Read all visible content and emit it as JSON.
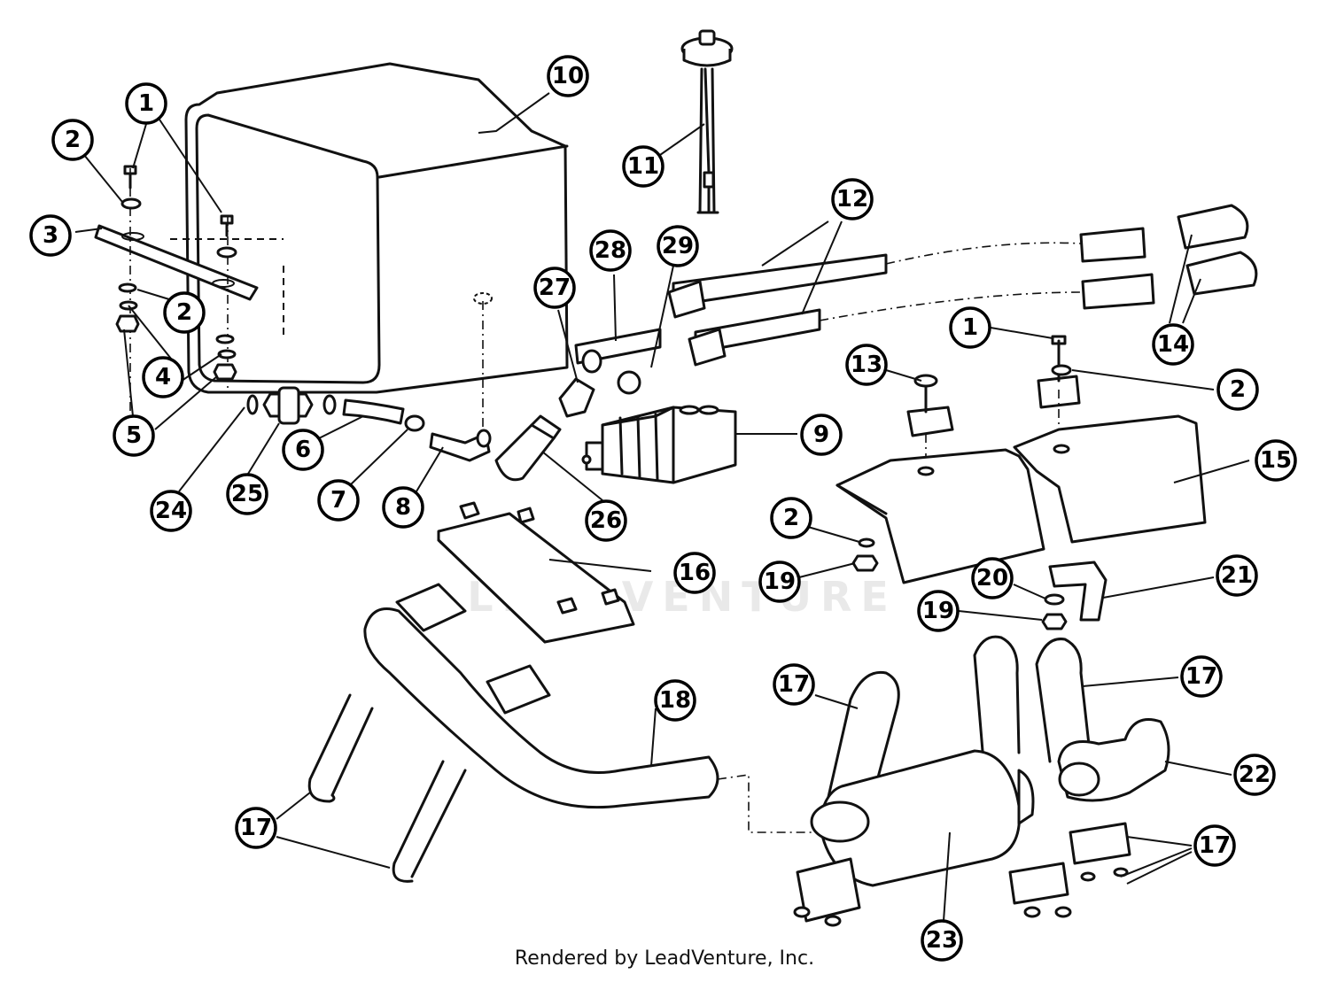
{
  "watermark": "LEADVENTURE",
  "footer": "Rendered by LeadVenture, Inc.",
  "callouts": [
    {
      "id": "c1a",
      "label": "1"
    },
    {
      "id": "c1b",
      "label": "1"
    },
    {
      "id": "c2a",
      "label": "2"
    },
    {
      "id": "c2b",
      "label": "2"
    },
    {
      "id": "c2c",
      "label": "2"
    },
    {
      "id": "c2d",
      "label": "2"
    },
    {
      "id": "c3",
      "label": "3"
    },
    {
      "id": "c4",
      "label": "4"
    },
    {
      "id": "c5",
      "label": "5"
    },
    {
      "id": "c6",
      "label": "6"
    },
    {
      "id": "c7",
      "label": "7"
    },
    {
      "id": "c8",
      "label": "8"
    },
    {
      "id": "c9",
      "label": "9"
    },
    {
      "id": "c10",
      "label": "10"
    },
    {
      "id": "c11",
      "label": "11"
    },
    {
      "id": "c12",
      "label": "12"
    },
    {
      "id": "c13",
      "label": "13"
    },
    {
      "id": "c14",
      "label": "14"
    },
    {
      "id": "c15",
      "label": "15"
    },
    {
      "id": "c16",
      "label": "16"
    },
    {
      "id": "c17a",
      "label": "17"
    },
    {
      "id": "c17b",
      "label": "17"
    },
    {
      "id": "c17c",
      "label": "17"
    },
    {
      "id": "c17d",
      "label": "17"
    },
    {
      "id": "c18",
      "label": "18"
    },
    {
      "id": "c19a",
      "label": "19"
    },
    {
      "id": "c19b",
      "label": "19"
    },
    {
      "id": "c20",
      "label": "20"
    },
    {
      "id": "c21",
      "label": "21"
    },
    {
      "id": "c22",
      "label": "22"
    },
    {
      "id": "c23",
      "label": "23"
    },
    {
      "id": "c24",
      "label": "24"
    },
    {
      "id": "c25",
      "label": "25"
    },
    {
      "id": "c26",
      "label": "26"
    },
    {
      "id": "c27",
      "label": "27"
    },
    {
      "id": "c28",
      "label": "28"
    },
    {
      "id": "c29",
      "label": "29"
    },
    {
      "id": "c1c",
      "label": "1"
    }
  ]
}
